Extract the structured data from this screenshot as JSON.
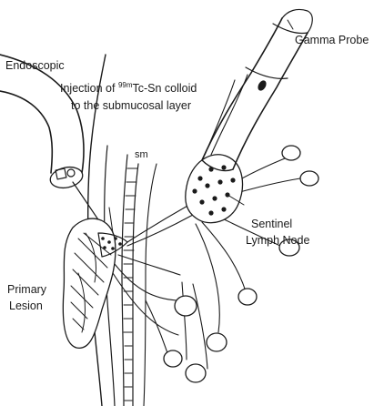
{
  "labels": {
    "endoscopic": "Endoscopic",
    "injection_prefix": "Injection of ",
    "injection_sup": "99m",
    "injection_suffix": "Tc-Sn colloid",
    "submucosal": "to the submucosal layer",
    "gamma_probe": "Gamma Probe",
    "sm": "sm",
    "sentinel_line1": "Sentinel",
    "sentinel_line2": "Lymph Node",
    "primary_line1": "Primary",
    "primary_line2": "Lesion"
  },
  "colors": {
    "ink": "#1a1a1a",
    "background": "#ffffff"
  }
}
